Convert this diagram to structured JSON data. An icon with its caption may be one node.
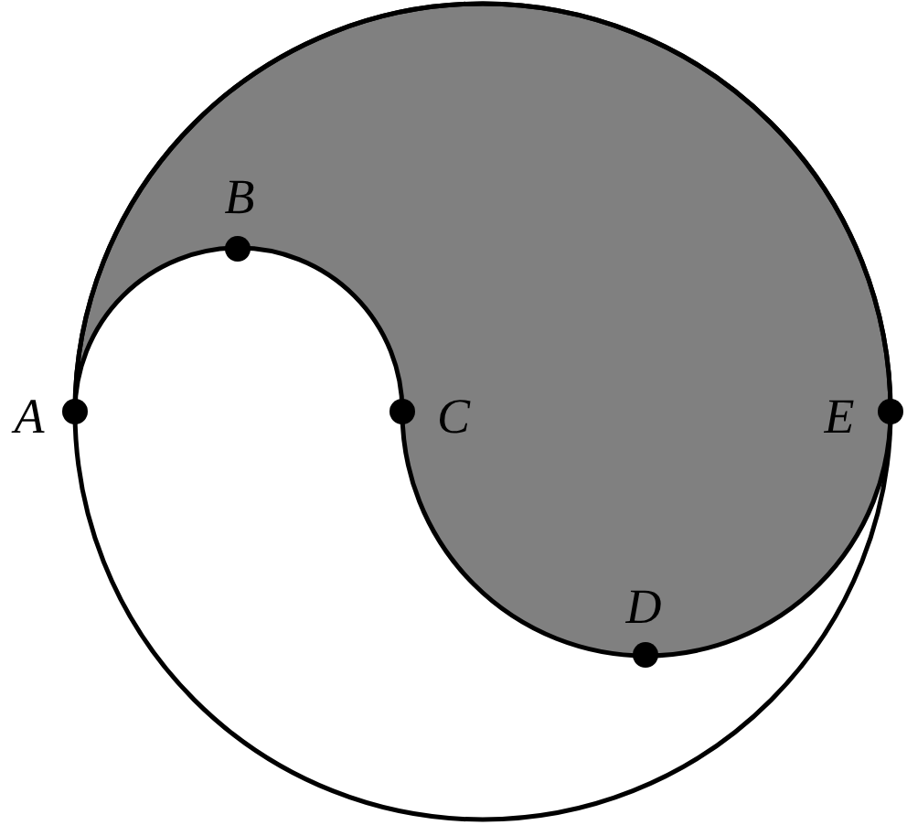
{
  "diagram": {
    "labels": [
      "B",
      "A",
      "C",
      "E",
      "D"
    ]
  }
}
